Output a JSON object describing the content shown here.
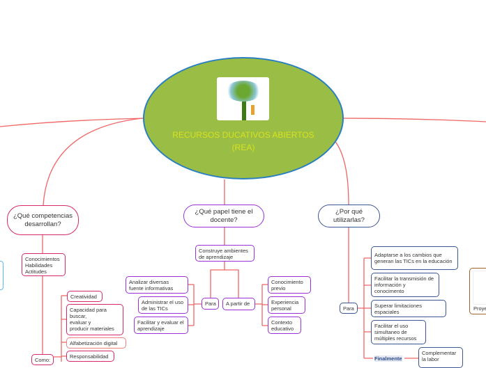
{
  "central": {
    "title": "RECURSOS DUCATIVOS ABIERTOS (REA)",
    "image": "tree-with-child-illustration",
    "fill": "#99bd45",
    "border": "#2a7fc0",
    "text_color": "#d9e21c"
  },
  "competencias": {
    "title": "¿Qué competencias desarrollan?",
    "sub": "Conocimientos\nHabilidades\nActitudes",
    "como": "Como:",
    "items": [
      "Creatividad",
      "Capacidad para\nbuscar,\nevaluar y\nproducir materiales",
      "Alfabetización digital",
      "Responsabilidad"
    ]
  },
  "docente": {
    "title": "¿Qué papel tiene el docente?",
    "sub": "Construye ambientes de aprendizaje",
    "para": "Para",
    "apartir": "A partir de",
    "para_items": [
      "Analizar diversas fuente informativas",
      "Administrar el uso de las TICs",
      "Facilitar y evaluar el aprendizaje"
    ],
    "apartir_items": [
      "Conocimiento previo",
      "Experiencia personal",
      "Contexto educativo"
    ]
  },
  "porque": {
    "title": "¿Por qué utilizarlas?",
    "para": "Para",
    "items": [
      "Adaptarse a los cambios que generan las TICs en la educación",
      "Facilitar la transmisión de información y conocimento",
      "Superar limitaciones espaciales",
      "Facilitar el uso simultaneo de múltiples recursos"
    ],
    "finalmente": "Finalmente",
    "complementar": "Complementar la labor"
  },
  "right_partial": {
    "label": "Proye"
  },
  "colors": {
    "connector": "#f06565"
  }
}
